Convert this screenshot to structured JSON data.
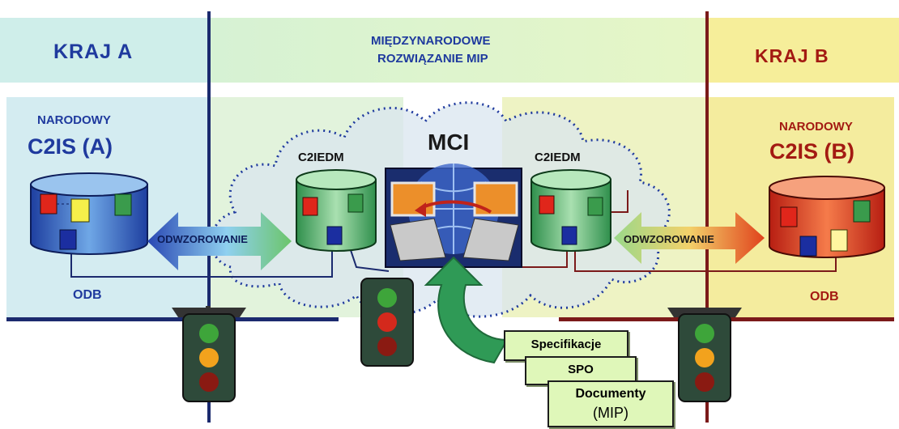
{
  "country_a": {
    "header": "KRAJ A",
    "system_label_small": "NARODOWY",
    "system_label_big": "C2IS (A)",
    "db_label": "ODB"
  },
  "international": {
    "header_line1": "MIĘDZYNARODOWE",
    "header_line2": "ROZWIĄZANIE MIP",
    "mci_label": "MCI",
    "left_db_label": "C2IEDM",
    "right_db_label": "C2IEDM"
  },
  "country_b": {
    "header": "KRAJ B",
    "system_label_small": "NARODOWY",
    "system_label_big": "C2IS (B)",
    "db_label": "ODB"
  },
  "mapping_label": "ODWZOROWANIE",
  "documents": {
    "doc1": "Specifikacje",
    "doc2": "SPO",
    "doc3_line1": "Documenty",
    "doc3_line2": "(MIP)"
  },
  "colors": {
    "country_a_band": "#cfeeea",
    "international_band": "#d6f2d4",
    "country_b_band": "#f6ee9a",
    "heading_blue": "#1f3a9e",
    "heading_red": "#a31a12",
    "divider_navy": "#1b2a6e",
    "divider_maroon": "#7b1a1a",
    "cloud": "#d9e6ef",
    "traffic_red": "#d4291c",
    "traffic_yellow": "#f2a21d",
    "traffic_green": "#3ea53a"
  }
}
